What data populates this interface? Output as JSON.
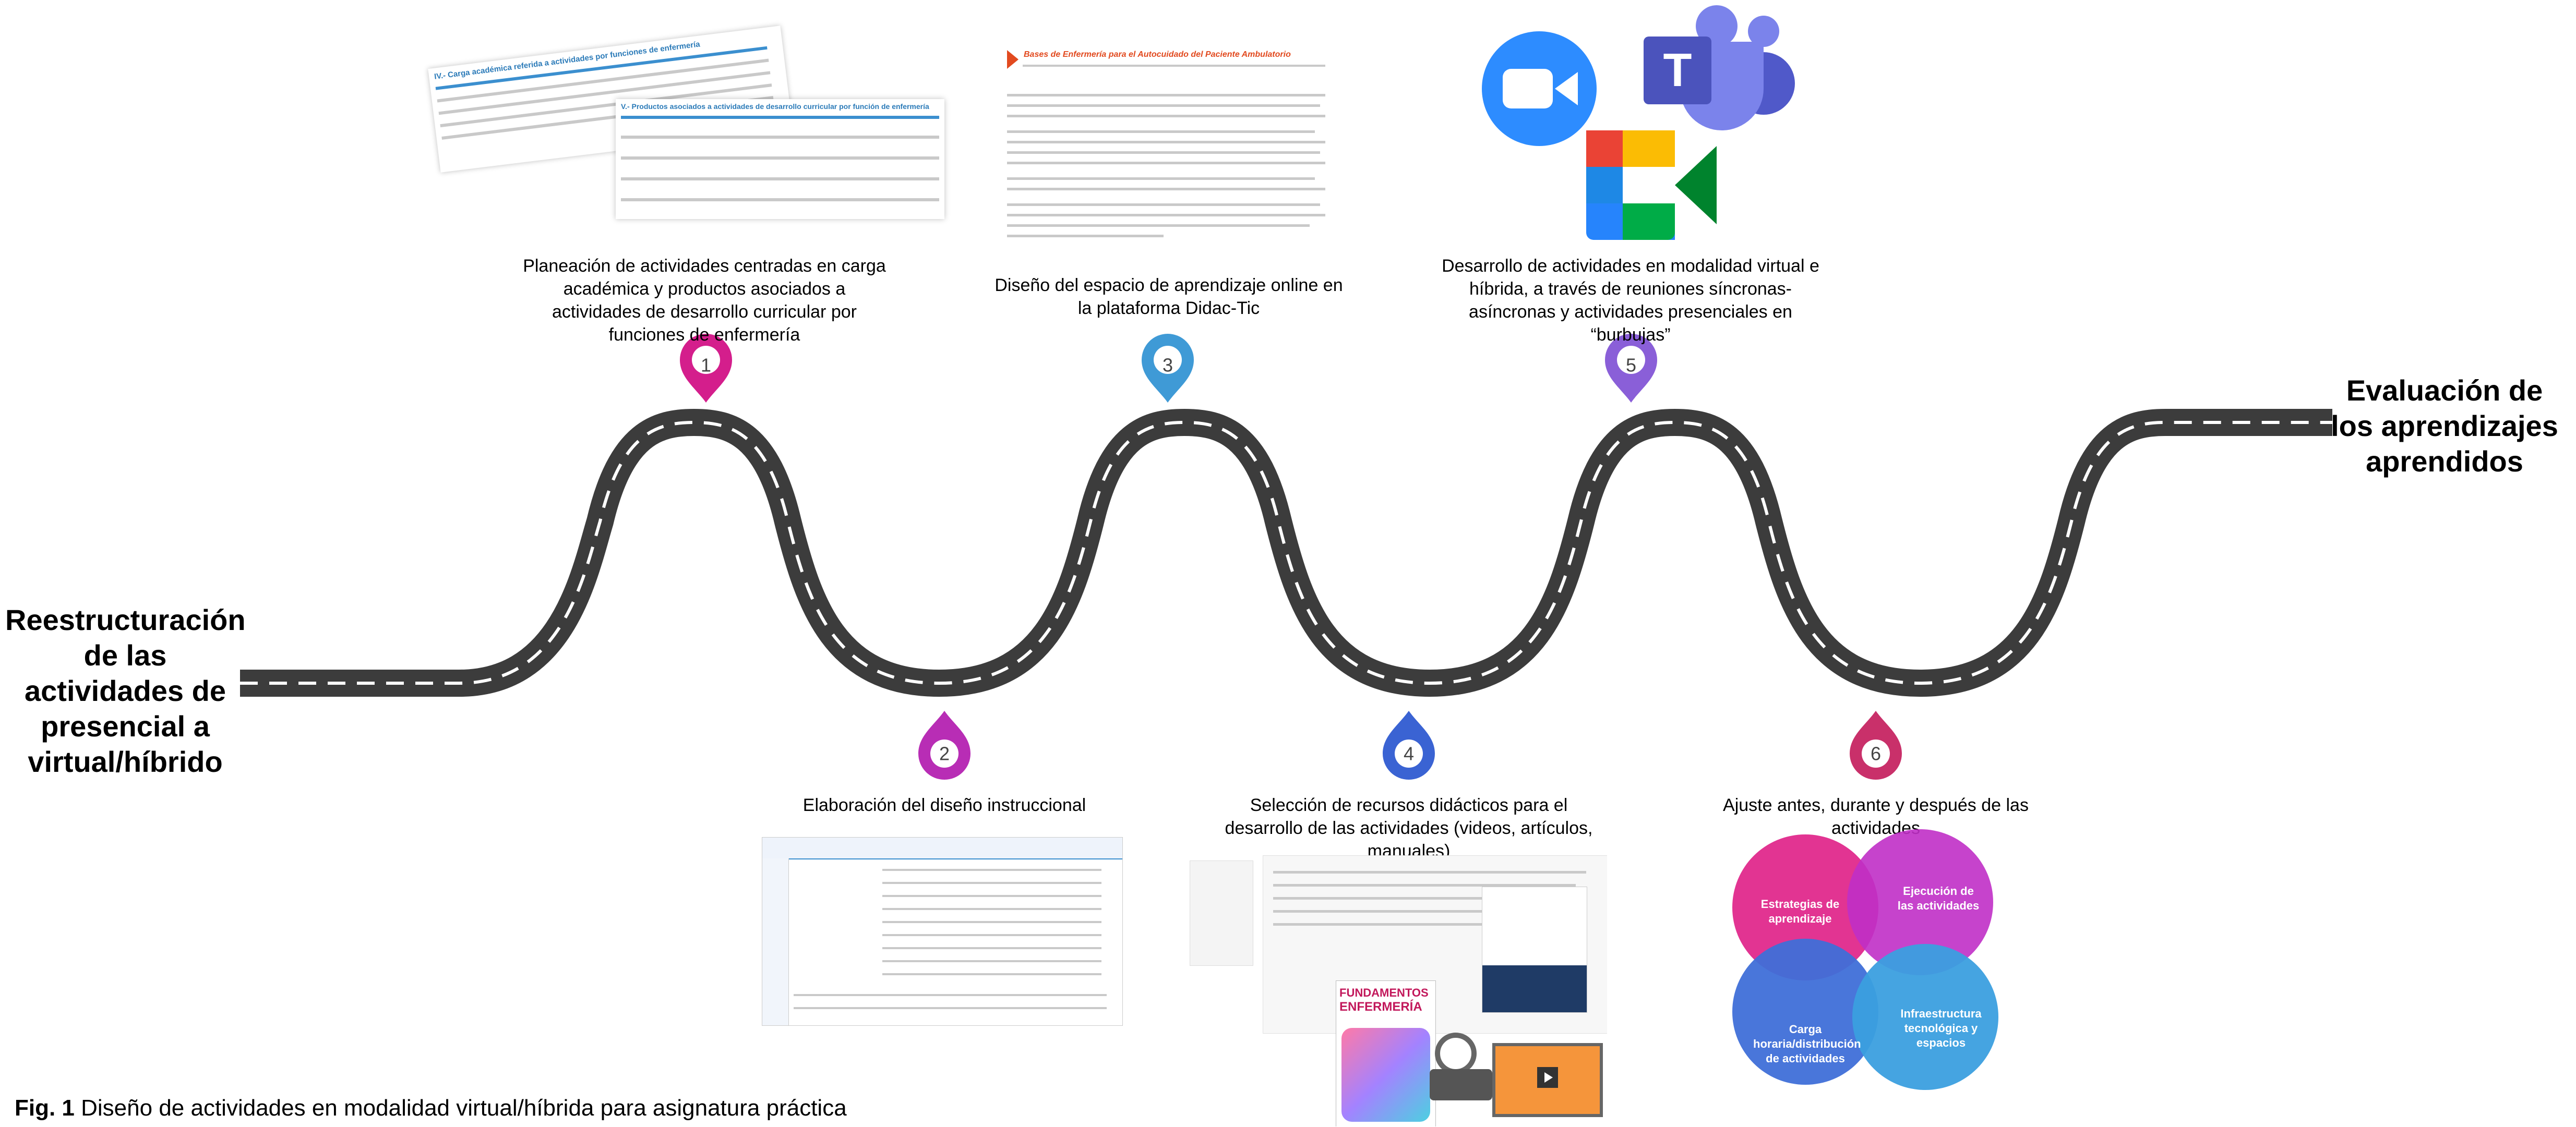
{
  "start_label": "Reestructuración de las actividades de presencial a virtual/híbrido",
  "end_label": "Evaluación de los aprendizajes aprendidos",
  "steps": [
    {
      "number": "1",
      "caption": "Planeación de actividades centradas en carga académica y productos asociados a actividades de desarrollo curricular por funciones de enfermería",
      "color": "#d41e8c"
    },
    {
      "number": "2",
      "caption": "Elaboración del diseño instruccional",
      "color": "#b82db5"
    },
    {
      "number": "3",
      "caption": "Diseño del espacio de aprendizaje online en la plataforma Didac-Tic",
      "color": "#3f9ad6"
    },
    {
      "number": "4",
      "caption": "Selección de recursos didácticos para el desarrollo de las actividades (videos, artículos, manuales)",
      "color": "#3a63d3"
    },
    {
      "number": "5",
      "caption": "Desarrollo de actividades en modalidad virtual e híbrida, a través de reuniones síncronas-asíncronas y actividades presenciales en “burbujas”",
      "color": "#8a5fd8"
    },
    {
      "number": "6",
      "caption": "Ajuste antes, durante y después de las actividades",
      "color": "#c9306a"
    }
  ],
  "venn": {
    "top_left": "Estrategias de aprendizaje",
    "top_right": "Ejecución de las actividades",
    "bottom_left": "Carga horaria/distribución de actividades",
    "bottom_right": "Infraestructura tecnológica y espacios"
  },
  "thumbnails": {
    "doc1_title_a": "IV.- Carga académica referida a actividades por funciones de enfermería",
    "doc1_title_b": "V.- Productos asociados a actividades de desarrollo curricular por función de enfermería",
    "doc3_title": "Bases de Enfermería para el Autocuidado del Paciente Ambulatorio",
    "book_title_top": "FUNDAMENTOS",
    "book_title_bottom": "ENFERMERÍA"
  },
  "figure_caption": {
    "prefix": "Fig. 1",
    "text": " Diseño de actividades en modalidad virtual/híbrida para asignatura práctica"
  }
}
